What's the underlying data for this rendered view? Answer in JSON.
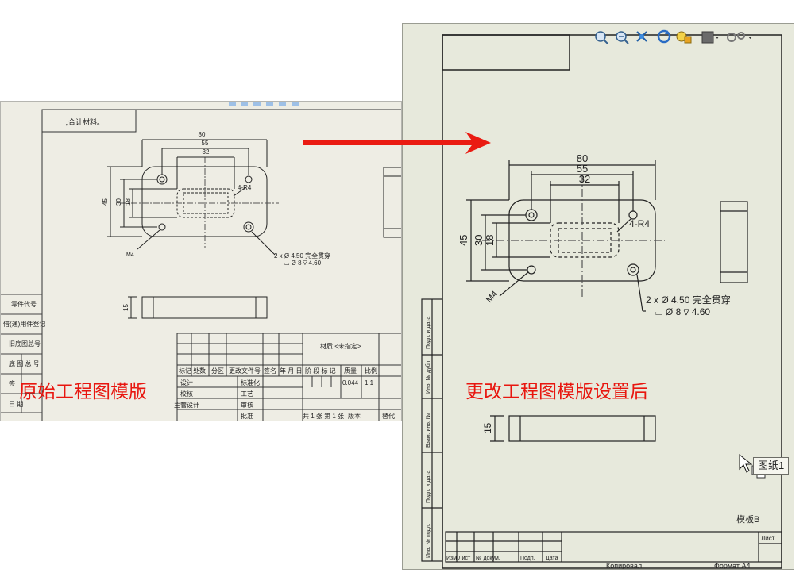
{
  "left_drawing": {
    "title_block_text": "„合计材料。",
    "dims": {
      "d80": "80",
      "d55": "55",
      "d32": "32",
      "d45": "45",
      "d30": "30",
      "d18": "18",
      "d15": "15"
    },
    "radius_label": "4-R4",
    "thread_label": "M4",
    "hole_note_1": "2 x Ø 4.50 完全贯穿",
    "hole_note_2": "⌴ Ø 8 ⊽ 4.60",
    "side_table": [
      "零件代号",
      "借(通)用件登记",
      "旧底图总号",
      "底 图 总 号",
      "签",
      "日   期"
    ],
    "title_block": {
      "material": "材质 <未指定>",
      "header_cells": [
        "标记",
        "处数",
        "分区",
        "更改文件号",
        "签名",
        "年 月 日"
      ],
      "stage_cells": [
        "阶 段 标 记",
        "质量",
        "比例"
      ],
      "mass": "0.044",
      "scale": "1:1",
      "rows": [
        "设计",
        "校核",
        "主管设计"
      ],
      "approval_rows": [
        "标准化",
        "工艺",
        "审核",
        "批准"
      ],
      "sheet_info": "共 1 张 第 1 张",
      "version": "版本",
      "replace": "替代"
    }
  },
  "arrow_color": "#ea1b12",
  "labels": {
    "original": "原始工程图模版",
    "modified": "更改工程图模版设置后"
  },
  "right_drawing": {
    "dims": {
      "d80": "80",
      "d55": "55",
      "d32": "32",
      "d45": "45",
      "d30": "30",
      "d18": "18",
      "d15": "15"
    },
    "radius_label": "4-R4",
    "thread_label": "M4",
    "hole_note_1": "2 x Ø 4.50 完全贯穿",
    "hole_note_2": "⌴ Ø 8 ⊽ 4.60",
    "side_cells": [
      "Подп. и дата",
      "Инв. № дубл.",
      "Взам. инв. №",
      "Подп. и дата",
      "Инв. № подл."
    ],
    "bottom_cells": [
      "Изм",
      "Лист",
      "№ докум.",
      "Подп.",
      "Дата"
    ],
    "lista": "Лист",
    "template_name": "模板B",
    "copied": "Копировал",
    "format": "Формат А4"
  },
  "tooltip": {
    "text": "图纸1"
  },
  "toolbar": {
    "icons": [
      "zoom-to-fit-icon",
      "zoom-area-icon",
      "pan-icon",
      "refresh-icon",
      "display-style-icon",
      "hide-show-icon",
      "view-settings-icon"
    ]
  }
}
